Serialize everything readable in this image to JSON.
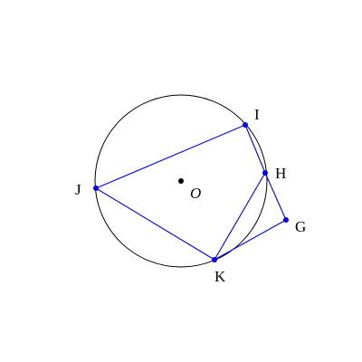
{
  "labels": {
    "center": "O",
    "I": "I",
    "H": "H",
    "J": "J",
    "K": "K",
    "G": "G"
  },
  "colors": {
    "circle": "#000000",
    "segments": "#0000ee",
    "points": "#0000ee",
    "center_dot": "#000000"
  }
}
